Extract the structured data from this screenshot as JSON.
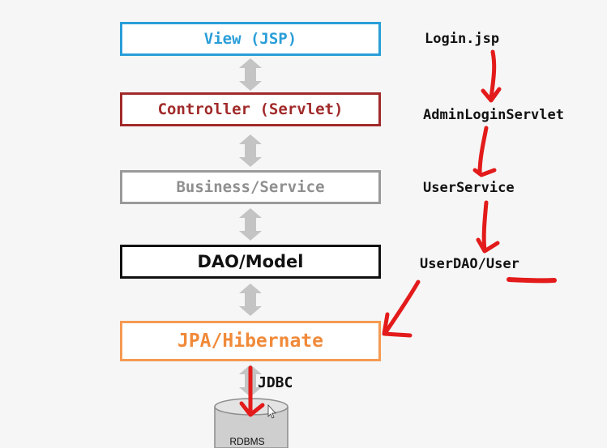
{
  "layers": {
    "view": "View (JSP)",
    "controller": "Controller (Servlet)",
    "service": "Business/Service",
    "dao": "DAO/Model",
    "jpa": "JPA/Hibernate"
  },
  "annotations": {
    "login": "Login.jsp",
    "servlet": "AdminLoginServlet",
    "service": "UserService",
    "dao": "UserDAO/User",
    "jdbc": "JDBC"
  },
  "database": {
    "label": "RDBMS"
  },
  "colors": {
    "view": "#2a9ed8",
    "controller": "#a12a2a",
    "service": "#9a9a9a",
    "dao": "#111111",
    "jpa": "#f59a52",
    "connector": "#c4c4c4",
    "annotation_ink": "#e31b1b"
  }
}
